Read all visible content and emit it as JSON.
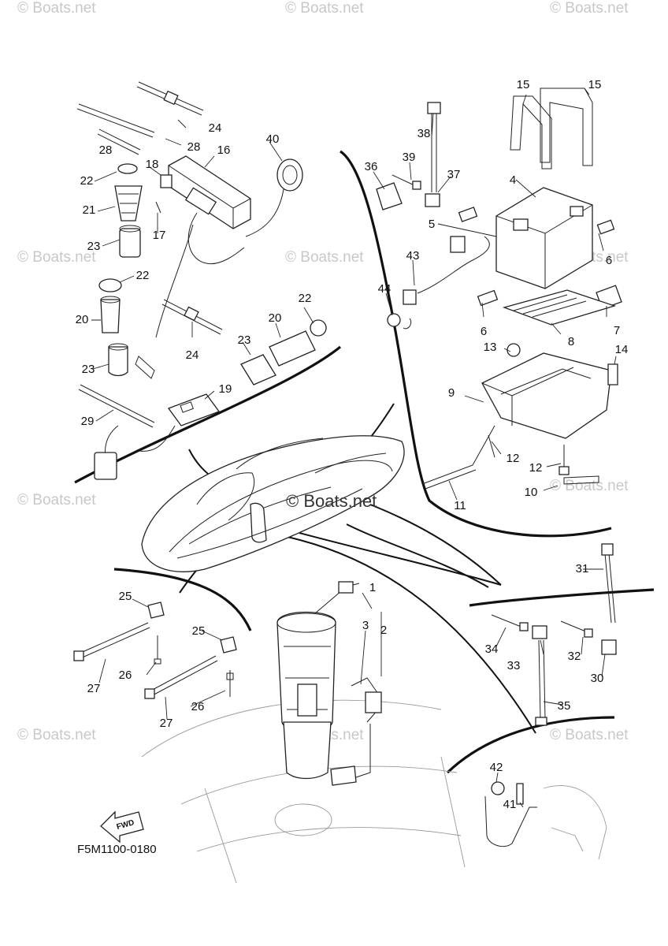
{
  "watermark": "© Boats.net",
  "diagram_code": "F5M1100-0180",
  "fwd_label": "FWD",
  "callouts": {
    "1": "1",
    "2": "2",
    "3": "3",
    "4": "4",
    "5": "5",
    "6a": "6",
    "6b": "6",
    "7": "7",
    "8": "8",
    "9": "9",
    "10": "10",
    "11": "11",
    "12a": "12",
    "12b": "12",
    "13": "13",
    "14": "14",
    "15a": "15",
    "15b": "15",
    "16": "16",
    "17": "17",
    "18": "18",
    "19": "19",
    "20a": "20",
    "20b": "20",
    "21": "21",
    "22a": "22",
    "22b": "22",
    "22c": "22",
    "23a": "23",
    "23b": "23",
    "23c": "23",
    "24a": "24",
    "24b": "24",
    "25a": "25",
    "25b": "25",
    "26a": "26",
    "26b": "26",
    "27a": "27",
    "27b": "27",
    "28a": "28",
    "28b": "28",
    "29": "29",
    "30": "30",
    "31": "31",
    "32": "32",
    "33": "33",
    "34": "34",
    "35": "35",
    "36": "36",
    "37": "37",
    "38": "38",
    "39": "39",
    "40": "40",
    "41": "41",
    "42": "42",
    "43": "43",
    "44": "44"
  }
}
